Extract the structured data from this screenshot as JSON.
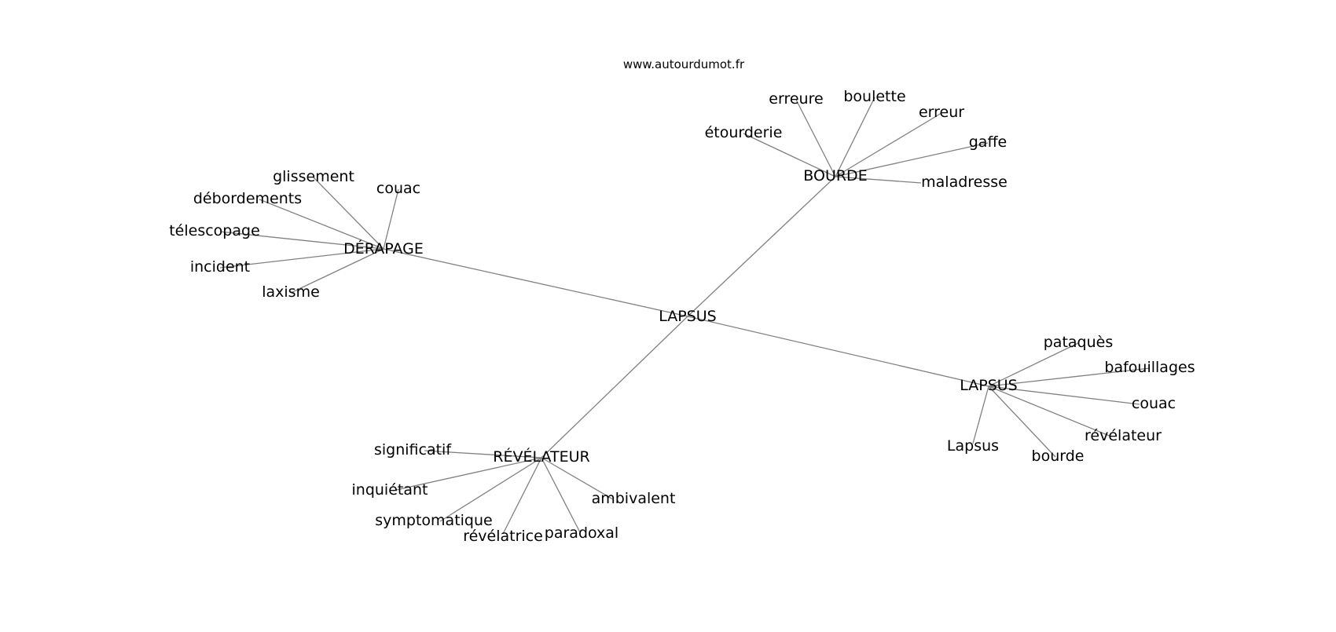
{
  "site": "www.autourdumot.fr",
  "colors": {
    "edge": "#808080",
    "text": "#000000",
    "background": "#ffffff"
  },
  "nodes": [
    {
      "id": "center",
      "label": "LAPSUS"
    },
    {
      "id": "h-bourde",
      "label": "BOURDE"
    },
    {
      "id": "h-derapage",
      "label": "DÉRAPAGE"
    },
    {
      "id": "h-lapsus",
      "label": "LAPSUS"
    },
    {
      "id": "h-revelateur",
      "label": "RÉVÉLATEUR"
    },
    {
      "id": "w-erreure",
      "label": "erreure"
    },
    {
      "id": "w-boulette",
      "label": "boulette"
    },
    {
      "id": "w-erreur",
      "label": "erreur"
    },
    {
      "id": "w-gaffe",
      "label": "gaffe"
    },
    {
      "id": "w-maladresse",
      "label": "maladresse"
    },
    {
      "id": "w-etourderie",
      "label": "étourderie"
    },
    {
      "id": "w-glissement",
      "label": "glissement"
    },
    {
      "id": "w-couac1",
      "label": "couac"
    },
    {
      "id": "w-debordements",
      "label": "débordements"
    },
    {
      "id": "w-telescopage",
      "label": "télescopage"
    },
    {
      "id": "w-incident",
      "label": "incident"
    },
    {
      "id": "w-laxisme",
      "label": "laxisme"
    },
    {
      "id": "w-pataques",
      "label": "pataquès"
    },
    {
      "id": "w-bafouillages",
      "label": "bafouillages"
    },
    {
      "id": "w-couac2",
      "label": "couac"
    },
    {
      "id": "w-revelateur",
      "label": "révélateur"
    },
    {
      "id": "w-bourde",
      "label": "bourde"
    },
    {
      "id": "w-lapsus",
      "label": "Lapsus"
    },
    {
      "id": "w-significatif",
      "label": "significatif"
    },
    {
      "id": "w-inquietant",
      "label": "inquiétant"
    },
    {
      "id": "w-symptomatique",
      "label": "symptomatique"
    },
    {
      "id": "w-revelatrice",
      "label": "révélatrice"
    },
    {
      "id": "w-paradoxal",
      "label": "paradoxal"
    },
    {
      "id": "w-ambivalent",
      "label": "ambivalent"
    }
  ],
  "edges": [
    [
      "center",
      "h-bourde"
    ],
    [
      "center",
      "h-derapage"
    ],
    [
      "center",
      "h-lapsus"
    ],
    [
      "center",
      "h-revelateur"
    ],
    [
      "h-bourde",
      "w-erreure"
    ],
    [
      "h-bourde",
      "w-boulette"
    ],
    [
      "h-bourde",
      "w-erreur"
    ],
    [
      "h-bourde",
      "w-gaffe"
    ],
    [
      "h-bourde",
      "w-maladresse"
    ],
    [
      "h-bourde",
      "w-etourderie"
    ],
    [
      "h-derapage",
      "w-glissement"
    ],
    [
      "h-derapage",
      "w-couac1"
    ],
    [
      "h-derapage",
      "w-debordements"
    ],
    [
      "h-derapage",
      "w-telescopage"
    ],
    [
      "h-derapage",
      "w-incident"
    ],
    [
      "h-derapage",
      "w-laxisme"
    ],
    [
      "h-lapsus",
      "w-pataques"
    ],
    [
      "h-lapsus",
      "w-bafouillages"
    ],
    [
      "h-lapsus",
      "w-couac2"
    ],
    [
      "h-lapsus",
      "w-revelateur"
    ],
    [
      "h-lapsus",
      "w-bourde"
    ],
    [
      "h-lapsus",
      "w-lapsus"
    ],
    [
      "h-revelateur",
      "w-significatif"
    ],
    [
      "h-revelateur",
      "w-inquietant"
    ],
    [
      "h-revelateur",
      "w-symptomatique"
    ],
    [
      "h-revelateur",
      "w-revelatrice"
    ],
    [
      "h-revelateur",
      "w-paradoxal"
    ],
    [
      "h-revelateur",
      "w-ambivalent"
    ]
  ]
}
